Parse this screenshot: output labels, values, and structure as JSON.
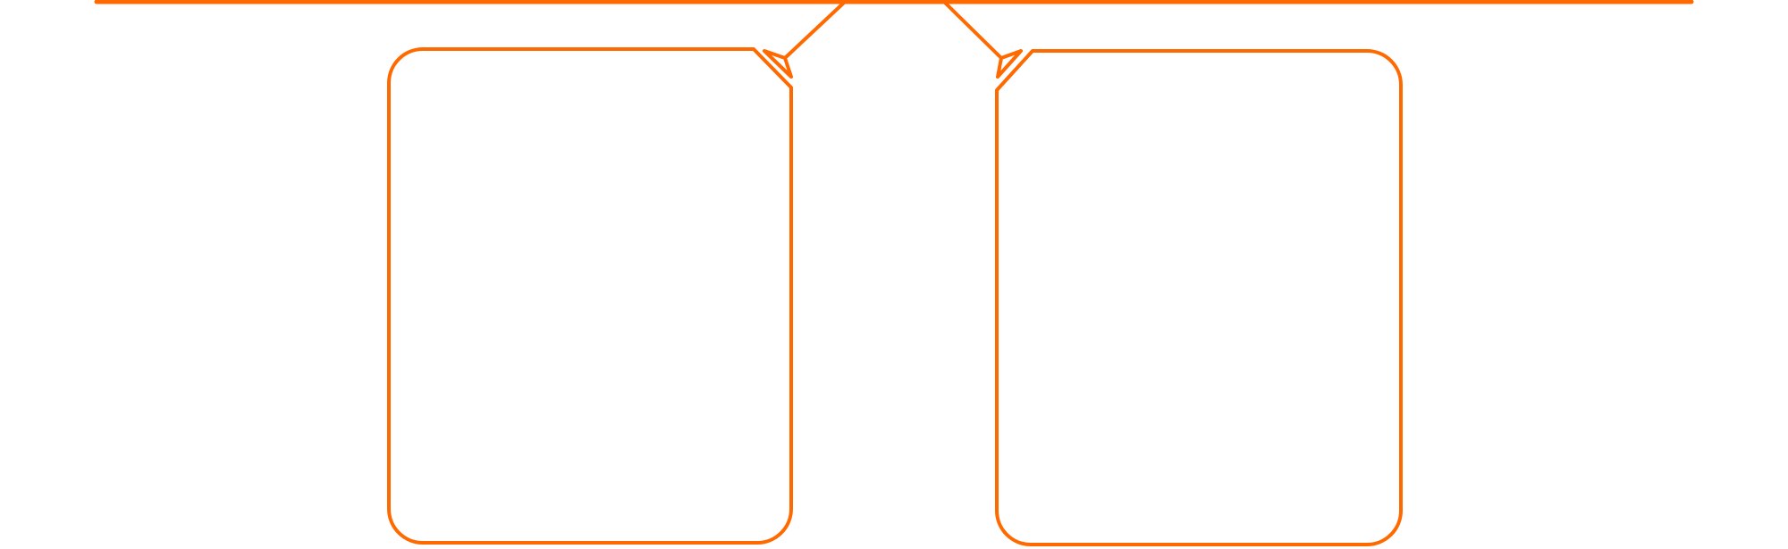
{
  "diagram": {
    "stroke_color": "#ff6a00",
    "background_color": "#ffffff",
    "nodes": [
      {
        "id": "left-box",
        "shape": "rounded-rect-notched"
      },
      {
        "id": "right-box",
        "shape": "rounded-rect-notched"
      }
    ],
    "edges": [
      {
        "from": "top-bar",
        "to": "left-box",
        "arrow": "triangle-open"
      },
      {
        "from": "top-bar",
        "to": "right-box",
        "arrow": "triangle-open"
      }
    ]
  }
}
